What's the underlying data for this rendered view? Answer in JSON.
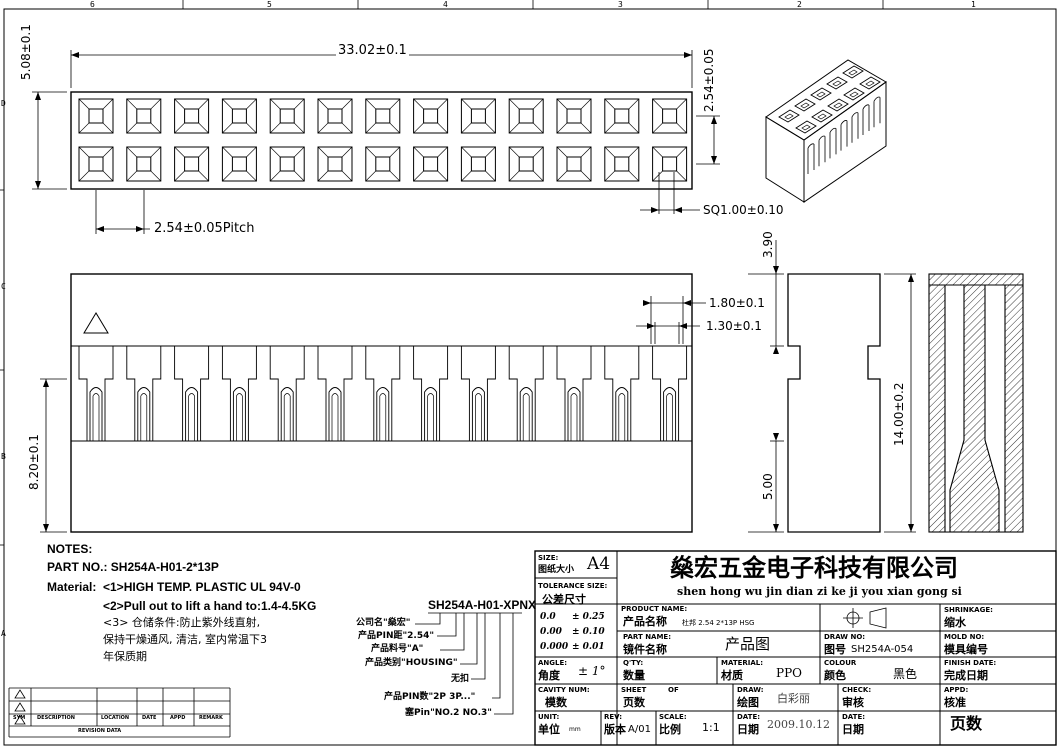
{
  "border": {
    "top_zones": [
      "6",
      "5",
      "4",
      "3",
      "2",
      "1"
    ],
    "side_zones": [
      "D",
      "C",
      "B",
      "A"
    ]
  },
  "dims": {
    "overall_length": "33.02±0.1",
    "width": "5.08±0.1",
    "row_pitch": "2.54±0.05",
    "pitch": "2.54±0.05Pitch",
    "square": "SQ1.00±0.10",
    "slot_outer": "1.80±0.1",
    "slot_inner": "1.30±0.1",
    "side_height": "8.20±0.1",
    "top_depth": "3.90",
    "total_height": "14.00±0.2",
    "bottom_depth": "5.00"
  },
  "notes": {
    "heading": "NOTES:",
    "part_no": "PART NO.: SH254A-H01-2*13P",
    "material_label": "Material:",
    "material_1": "<1>HIGH TEMP. PLASTIC UL 94V-0",
    "material_2": "<2>Pull out to lift a hand to:1.4-4.5KG",
    "storage_1": "<3> 仓储条件:防止紫外线直射,",
    "storage_2": "保持干燥通风, 清洁, 室内常温下3",
    "storage_3": "年保质期"
  },
  "code": {
    "code": "SH254A-H01-XPNX",
    "company_name": "公司名\"燊宏\"",
    "pin_pitch": "产品PIN距\"2.54\"",
    "material": "产品料号\"A\"",
    "category": "产品类别\"HOUSING\"",
    "no_lock": "无扣",
    "pin_count": "产品PIN数\"2P 3P...\"",
    "pin_no": "塞Pin\"NO.2 NO.3\""
  },
  "revision": {
    "col_sym": "SYM",
    "col_desc": "DESCRIPTION",
    "col_loc": "LOCATION",
    "col_date": "DATE",
    "col_appd": "APPD",
    "col_remark": "REMARK",
    "title": "REVISION DATA"
  },
  "title_block": {
    "size_en": "SIZE:",
    "size_cn": "图纸大小",
    "size_val": "A4",
    "company_cn": "燊宏五金电子科技有限公司",
    "company_pinyin": "shen hong wu jin dian zi ke ji you xian gong si",
    "tol_en": "TOLERANCE SIZE:",
    "tol_cn": "公差尺寸",
    "tol_1_a": "0.0",
    "tol_1_b": "± 0.25",
    "tol_2_a": "0.00",
    "tol_2_b": "± 0.10",
    "tol_3_a": "0.000",
    "tol_3_b": "± 0.01",
    "product_name_en": "PRODUCT NAME:",
    "product_name_cn": "产品名称",
    "product_name_val": "杜邦 2.54 2*13P HSG",
    "part_name_en": "PART NAME:",
    "part_name_cn": "镜件名称",
    "part_name_val": "产品图",
    "draw_no_en": "DRAW NO:",
    "draw_no_cn": "图号",
    "draw_no_val": "SH254A-054",
    "shrinkage_en": "SHRINKAGE:",
    "shrinkage_cn": "缩水",
    "mold_no_en": "MOLD NO:",
    "mold_no_cn": "模具编号",
    "angle_en": "ANGLE:",
    "angle_cn": "角度",
    "angle_val": "± 1°",
    "qty_en": "Q'TY:",
    "qty_cn": "数量",
    "material_en": "MATERIAL:",
    "material_cn": "材质",
    "material_val": "PPO",
    "colour_en": "COLOUR",
    "colour_cn": "颜色",
    "colour_val": "黑色",
    "finish_en": "FINISH DATE:",
    "finish_cn": "完成日期",
    "cavity_en": "CAVITY NUM:",
    "cavity_cn": "模数",
    "sheet_en": "SHEET",
    "sheet_of": "OF",
    "sheet_cn": "页数",
    "draw_en": "DRAW:",
    "draw_cn": "绘图",
    "draw_val": "白彩丽",
    "check_en": "CHECK:",
    "check_cn": "审核",
    "appd_en": "APPD:",
    "appd_cn": "核准",
    "unit_en": "UNIT:",
    "unit_cn": "单位",
    "unit_val": "mm",
    "rev_en": "REV:",
    "rev_cn": "版本",
    "rev_val": "A/01",
    "scale_en": "SCALE:",
    "scale_cn": "比例",
    "scale_val": "1:1",
    "date_en": "DATE:",
    "date_cn": "日期",
    "date_val": "2009.10.12",
    "date2_en": "DATE:",
    "date2_cn": "日期",
    "pages_cn": "页数"
  }
}
